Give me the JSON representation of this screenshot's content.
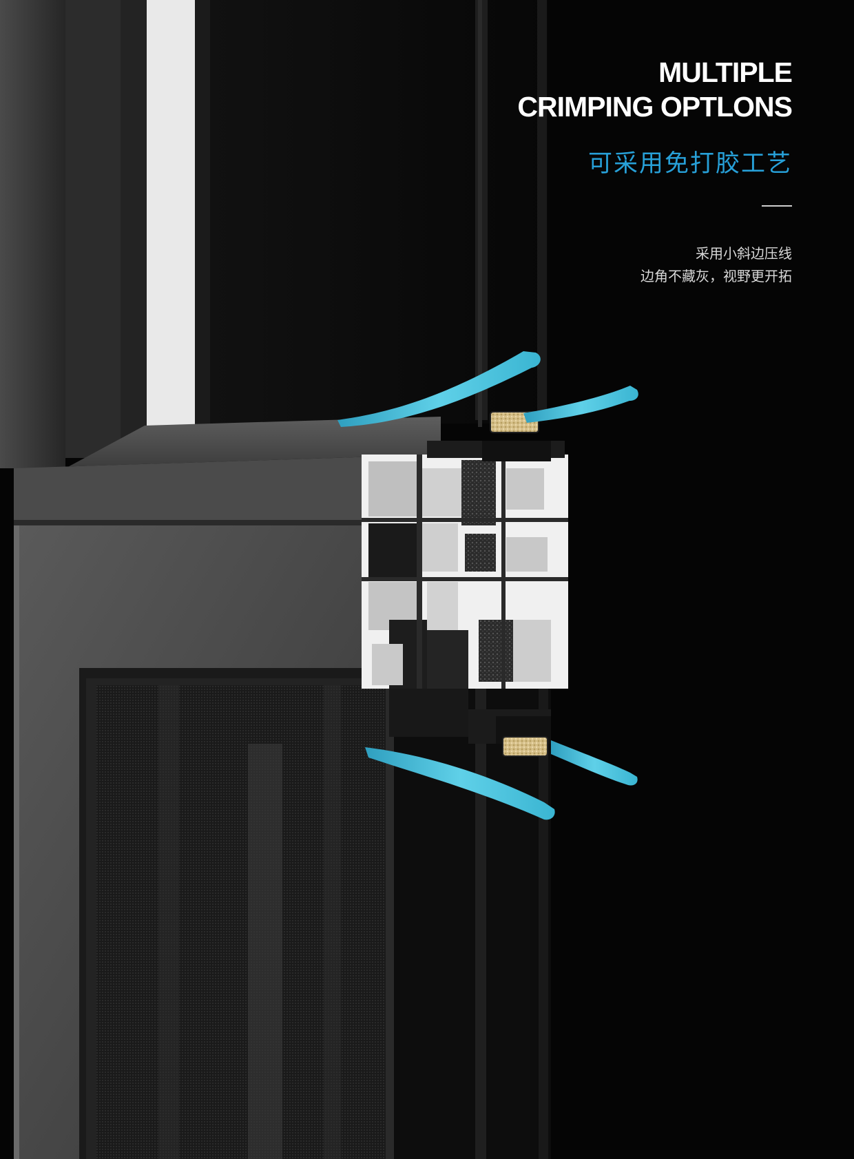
{
  "heading": {
    "title_line1": "MULTIPLE",
    "title_line2": "CRIMPING OPTLONS",
    "subtitle": "可采用免打胶工艺"
  },
  "description": {
    "line1": "采用小斜边压线",
    "line2": "边角不藏灰，视野更开拓"
  },
  "colors": {
    "background": "#050505",
    "accent": "#27a0d8",
    "gasket": "#55c6e0",
    "frame": "#3a3a3a"
  }
}
